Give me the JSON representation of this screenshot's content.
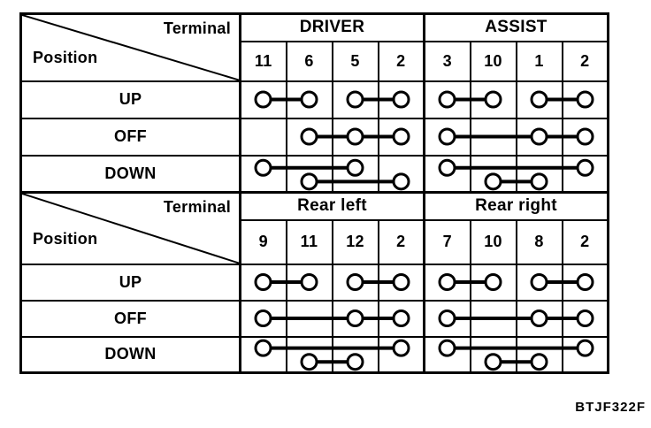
{
  "figure": {
    "code": "BTJF322F"
  },
  "colors": {
    "ink": "#000000",
    "paper": "#ffffff"
  },
  "tables": [
    {
      "corner": {
        "top_label": "Terminal",
        "bottom_label": "Position"
      },
      "groups": [
        {
          "name": "DRIVER",
          "terminals": [
            "11",
            "6",
            "5",
            "2"
          ]
        },
        {
          "name": "ASSIST",
          "terminals": [
            "3",
            "10",
            "1",
            "2"
          ]
        }
      ],
      "rows": [
        {
          "label": "UP",
          "connections": [
            {
              "group": 0,
              "circles": [
                0,
                1
              ],
              "level": 0.5
            },
            {
              "group": 0,
              "circles": [
                2,
                3
              ],
              "level": 0.5
            },
            {
              "group": 1,
              "circles": [
                0,
                1
              ],
              "level": 0.5
            },
            {
              "group": 1,
              "circles": [
                2,
                3
              ],
              "level": 0.5
            }
          ]
        },
        {
          "label": "OFF",
          "connections": [
            {
              "group": 0,
              "circles": [
                1,
                2,
                3
              ],
              "level": 0.5
            },
            {
              "group": 1,
              "circles": [
                0,
                2,
                3
              ],
              "level": 0.5
            }
          ]
        },
        {
          "label": "DOWN",
          "connections": [
            {
              "group": 0,
              "circles": [
                0,
                2
              ],
              "level": 0.34
            },
            {
              "group": 0,
              "circles": [
                1,
                3
              ],
              "level": 0.71
            },
            {
              "group": 1,
              "circles": [
                0,
                3
              ],
              "level": 0.34
            },
            {
              "group": 1,
              "circles": [
                1,
                2
              ],
              "level": 0.71
            }
          ]
        }
      ]
    },
    {
      "corner": {
        "top_label": "Terminal",
        "bottom_label": "Position"
      },
      "groups": [
        {
          "name": "Rear left",
          "terminals": [
            "9",
            "11",
            "12",
            "2"
          ]
        },
        {
          "name": "Rear right",
          "terminals": [
            "7",
            "10",
            "8",
            "2"
          ]
        }
      ],
      "rows": [
        {
          "label": "UP",
          "connections": [
            {
              "group": 0,
              "circles": [
                0,
                1
              ],
              "level": 0.5
            },
            {
              "group": 0,
              "circles": [
                2,
                3
              ],
              "level": 0.5
            },
            {
              "group": 1,
              "circles": [
                0,
                1
              ],
              "level": 0.5
            },
            {
              "group": 1,
              "circles": [
                2,
                3
              ],
              "level": 0.5
            }
          ]
        },
        {
          "label": "OFF",
          "connections": [
            {
              "group": 0,
              "circles": [
                0,
                2,
                3
              ],
              "level": 0.5
            },
            {
              "group": 1,
              "circles": [
                0,
                2,
                3
              ],
              "level": 0.5
            }
          ]
        },
        {
          "label": "DOWN",
          "connections": [
            {
              "group": 0,
              "circles": [
                0,
                3
              ],
              "level": 0.32
            },
            {
              "group": 0,
              "circles": [
                1,
                2
              ],
              "level": 0.7
            },
            {
              "group": 1,
              "circles": [
                0,
                3
              ],
              "level": 0.32
            },
            {
              "group": 1,
              "circles": [
                1,
                2
              ],
              "level": 0.7
            }
          ]
        }
      ]
    }
  ]
}
